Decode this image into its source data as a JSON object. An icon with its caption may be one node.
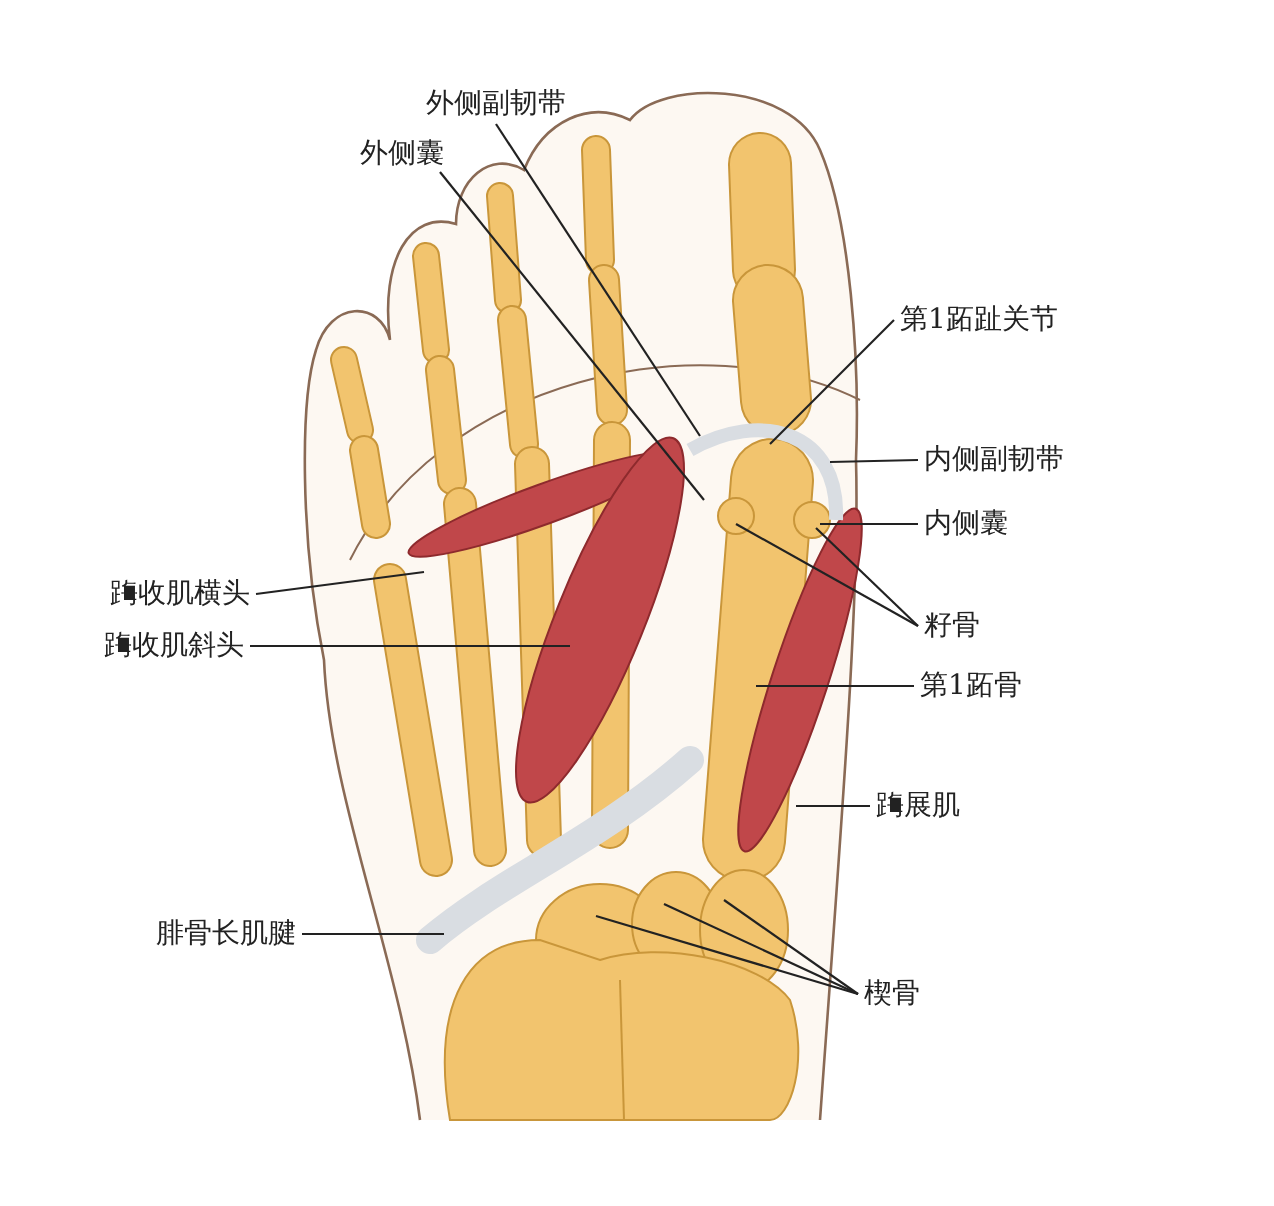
{
  "diagram": {
    "nodes": [
      {
        "text": [
          "外侧副韧带"
        ]
      },
      {
        "text": [
          "外侧囊"
        ]
      },
      {
        "text": [
          "第1跖趾关节"
        ]
      },
      {
        "text": [
          "内侧副韧带"
        ]
      },
      {
        "text": [
          "内侧囊"
        ]
      },
      {
        "text": [
          "踇收肌横头"
        ]
      },
      {
        "text": [
          "踇收肌斜头"
        ]
      },
      {
        "text": [
          "籽骨"
        ]
      },
      {
        "text": [
          "第1跖骨"
        ]
      },
      {
        "text": [
          "踇展肌"
        ]
      },
      {
        "text": [
          "腓骨长肌腱"
        ]
      },
      {
        "text": [
          "楔骨"
        ]
      }
    ],
    "edges": [
      {
        "from": 0,
        "to": null,
        "arrow": "none"
      },
      {
        "from": 1,
        "to": null,
        "arrow": "none"
      },
      {
        "from": 2,
        "to": null,
        "arrow": "none"
      },
      {
        "from": 3,
        "to": null,
        "arrow": "none"
      },
      {
        "from": 4,
        "to": null,
        "arrow": "none"
      },
      {
        "from": 5,
        "to": null,
        "arrow": "none"
      },
      {
        "from": 6,
        "to": null,
        "arrow": "none"
      },
      {
        "from": 7,
        "to": null,
        "arrow": "none"
      },
      {
        "from": 7,
        "to": null,
        "arrow": "none"
      },
      {
        "from": 8,
        "to": null,
        "arrow": "none"
      },
      {
        "from": 9,
        "to": null,
        "arrow": "none"
      },
      {
        "from": 10,
        "to": null,
        "arrow": "none"
      },
      {
        "from": 11,
        "to": null,
        "arrow": "none"
      },
      {
        "from": 11,
        "to": null,
        "arrow": "none"
      },
      {
        "from": 11,
        "to": null,
        "arrow": "none"
      }
    ]
  }
}
